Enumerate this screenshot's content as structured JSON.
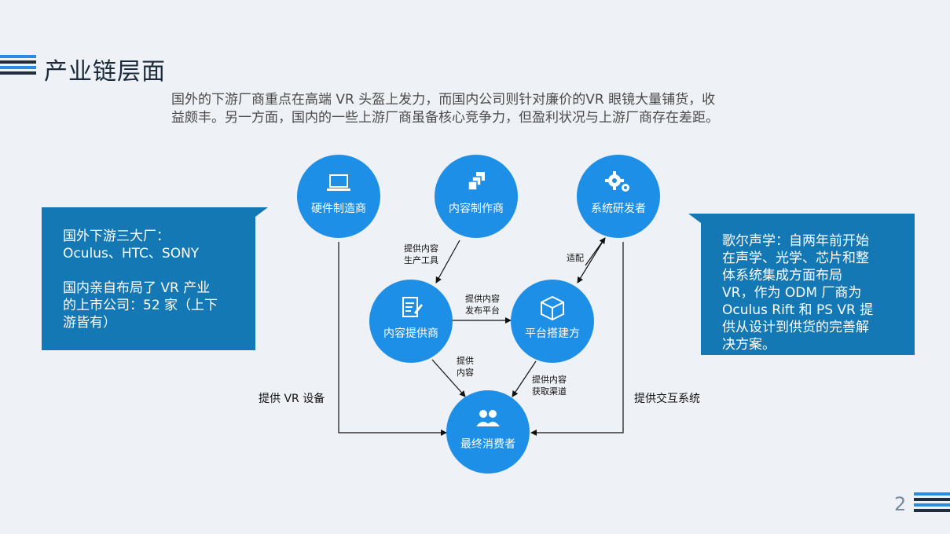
{
  "header": {
    "title": "产业链层面"
  },
  "intro": {
    "line1": "国外的下游厂商重点在高端 VR 头盔上发力，而国内公司则针对廉价的VR 眼镜大量铺货，收",
    "line2": "益颇丰。另一方面，国内的一些上游厂商虽备核心竞争力，但盈利状况与上游厂商存在差距。"
  },
  "nodes": {
    "hardware": {
      "label": "硬件制造商",
      "icon": "laptop-icon"
    },
    "content_maker": {
      "label": "内容制作商",
      "icon": "layers-icon"
    },
    "system_dev": {
      "label": "系统研发者",
      "icon": "gears-icon"
    },
    "content_provider": {
      "label": "内容提供商",
      "icon": "notepad-icon"
    },
    "platform": {
      "label": "平台搭建方",
      "icon": "cube-icon"
    },
    "consumer": {
      "label": "最终消费者",
      "icon": "users-icon"
    }
  },
  "edges": {
    "maker_to_provider": [
      "提供内容",
      "生产工具"
    ],
    "system_platform": "适配",
    "provider_platform": [
      "提供内容",
      "发布平台"
    ],
    "provider_to_consumer": [
      "提供",
      "内容"
    ],
    "platform_to_consumer": [
      "提供内容",
      "获取渠道"
    ],
    "hardware_to_consumer": "提供 VR 设备",
    "system_to_consumer": "提供交互系统"
  },
  "left_box": {
    "line1": "国外下游三大厂：",
    "line2": "Oculus、HTC、SONY",
    "line3": "国内亲自布局了 VR 产业",
    "line4": "的上市公司：52 家（上下",
    "line5": "游皆有）"
  },
  "right_box": {
    "line1": "歌尔声学：自两年前开始",
    "line2": "在声学、光学、芯片和整",
    "line3": "体系统集成方面布局",
    "line4": "VR，作为 ODM 厂商为",
    "line5": "Oculus Rift 和 PS VR 提",
    "line6": "供从设计到供货的完善解",
    "line7": "决方案。"
  },
  "footer": {
    "page_number": "2"
  },
  "colors": {
    "node": "#1e8fe6",
    "box": "#1378b4",
    "bar_dark": "#1f2d3d",
    "bar_blue": "#2b8be0"
  }
}
